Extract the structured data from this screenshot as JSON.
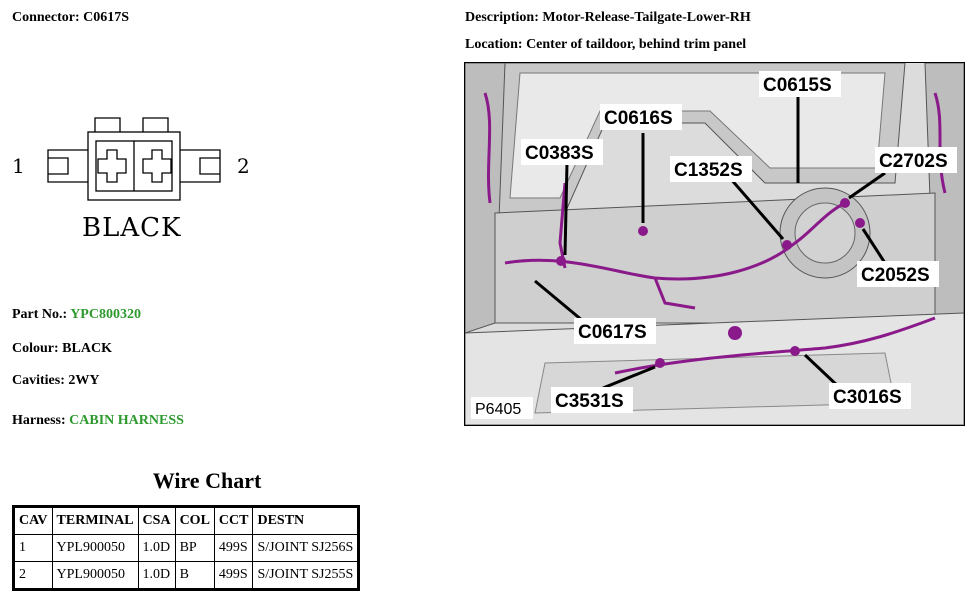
{
  "header": {
    "connector_label": "Connector:",
    "connector_value": "C0617S",
    "description_label": "Description:",
    "description_value": "Motor-Release-Tailgate-Lower-RH",
    "location_label": "Location:",
    "location_value": "Center of taildoor, behind trim panel"
  },
  "connector_diagram": {
    "pin_left": "1",
    "pin_right": "2",
    "color_text": "BLACK"
  },
  "info": {
    "part_no_label": "Part No.:",
    "part_no_value": "YPC800320",
    "colour_label": "Colour:",
    "colour_value": "BLACK",
    "cavities_label": "Cavities:",
    "cavities_value": "2WY",
    "harness_label": "Harness:",
    "harness_value": "CABIN HARNESS"
  },
  "photo": {
    "ref_code": "P6405",
    "callouts": [
      "C0615S",
      "C0616S",
      "C0383S",
      "C1352S",
      "C2702S",
      "C2052S",
      "C0617S",
      "C3531S",
      "C3016S"
    ]
  },
  "wire_chart": {
    "title": "Wire Chart",
    "headers": [
      "CAV",
      "TERMINAL",
      "CSA",
      "COL",
      "CCT",
      "DESTN"
    ],
    "rows": [
      [
        "1",
        "YPL900050",
        "1.0D",
        "BP",
        "499S",
        "S/JOINT SJ256S"
      ],
      [
        "2",
        "YPL900050",
        "1.0D",
        "B",
        "499S",
        "S/JOINT SJ255S"
      ]
    ]
  },
  "colors": {
    "accent_green": "#2e9a2e",
    "harness_purple": "#8a1a8a"
  }
}
